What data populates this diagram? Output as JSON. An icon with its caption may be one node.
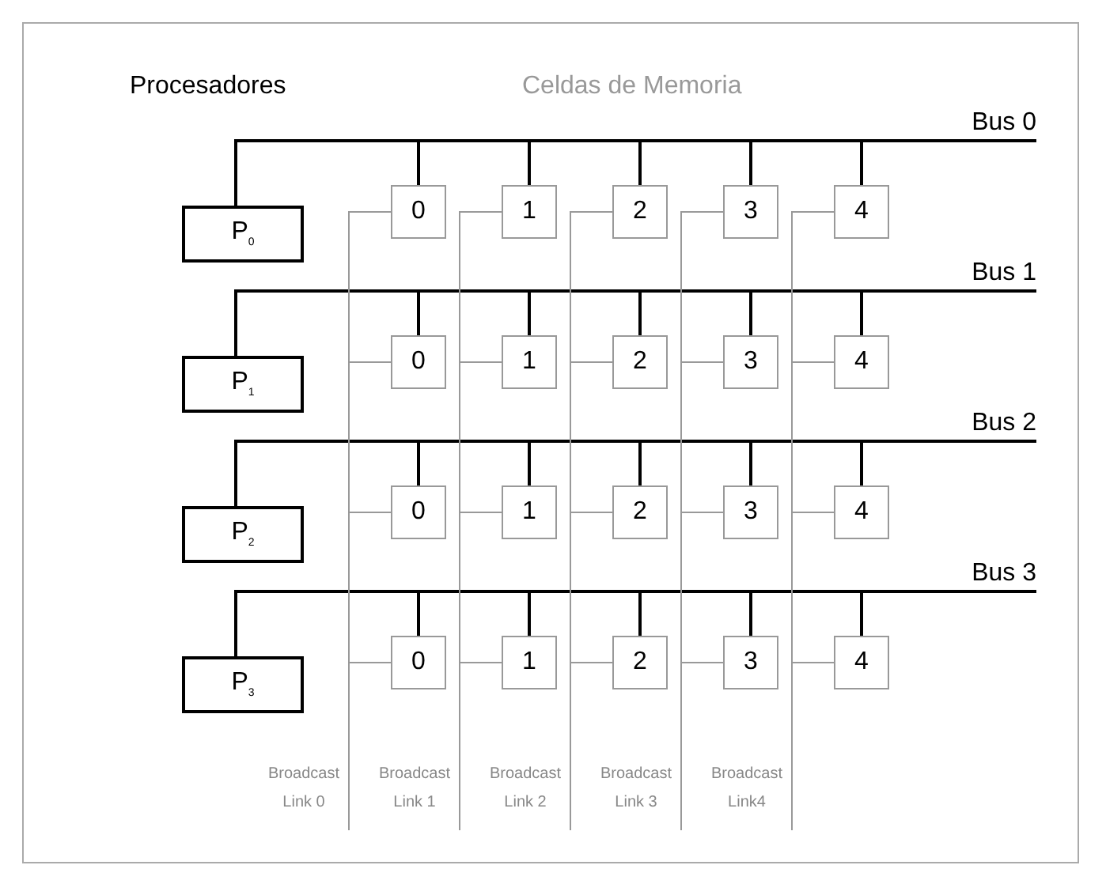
{
  "diagram": {
    "nodes": [
      {
        "text": [
          "Bus 0"
        ]
      },
      {
        "text": [
          "Bus 1"
        ]
      },
      {
        "text": [
          "Bus 2"
        ]
      },
      {
        "text": [
          "Bus 3"
        ]
      },
      {
        "text": [
          "P$_{0}$"
        ]
      },
      {
        "text": [
          "P$_{1}$"
        ]
      },
      {
        "text": [
          "P$_{2}$"
        ]
      },
      {
        "text": [
          "P$_{3}$"
        ]
      },
      {
        "text": [
          "0"
        ]
      },
      {
        "text": [
          "1"
        ]
      },
      {
        "text": [
          "2"
        ]
      },
      {
        "text": [
          "3"
        ]
      },
      {
        "text": [
          "4"
        ]
      },
      {
        "text": [
          "0"
        ]
      },
      {
        "text": [
          "1"
        ]
      },
      {
        "text": [
          "2"
        ]
      },
      {
        "text": [
          "3"
        ]
      },
      {
        "text": [
          "4"
        ]
      },
      {
        "text": [
          "0"
        ]
      },
      {
        "text": [
          "1"
        ]
      },
      {
        "text": [
          "2"
        ]
      },
      {
        "text": [
          "3"
        ]
      },
      {
        "text": [
          "4"
        ]
      },
      {
        "text": [
          "0"
        ]
      },
      {
        "text": [
          "1"
        ]
      },
      {
        "text": [
          "2"
        ]
      },
      {
        "text": [
          "3"
        ]
      },
      {
        "text": [
          "4"
        ]
      },
      {
        "text": [
          "Broadcast Link 0"
        ]
      },
      {
        "text": [
          "Broadcast Link 1"
        ]
      },
      {
        "text": [
          "Broadcast Link 2"
        ]
      },
      {
        "text": [
          "Broadcast Link 3"
        ]
      },
      {
        "text": [
          "Broadcast Link4"
        ]
      }
    ],
    "edges": [
      {
        "from": 4,
        "to": 0,
        "arrow": "none"
      },
      {
        "from": 8,
        "to": 0,
        "arrow": "none"
      },
      {
        "from": 9,
        "to": 0,
        "arrow": "none"
      },
      {
        "from": 10,
        "to": 0,
        "arrow": "none"
      },
      {
        "from": 11,
        "to": 0,
        "arrow": "none"
      },
      {
        "from": 12,
        "to": 0,
        "arrow": "none"
      },
      {
        "from": 5,
        "to": 1,
        "arrow": "none"
      },
      {
        "from": 13,
        "to": 1,
        "arrow": "none"
      },
      {
        "from": 14,
        "to": 1,
        "arrow": "none"
      },
      {
        "from": 15,
        "to": 1,
        "arrow": "none"
      },
      {
        "from": 16,
        "to": 1,
        "arrow": "none"
      },
      {
        "from": 17,
        "to": 1,
        "arrow": "none"
      },
      {
        "from": 6,
        "to": 2,
        "arrow": "none"
      },
      {
        "from": 18,
        "to": 2,
        "arrow": "none"
      },
      {
        "from": 19,
        "to": 2,
        "arrow": "none"
      },
      {
        "from": 20,
        "to": 2,
        "arrow": "none"
      },
      {
        "from": 21,
        "to": 2,
        "arrow": "none"
      },
      {
        "from": 22,
        "to": 2,
        "arrow": "none"
      },
      {
        "from": 7,
        "to": 3,
        "arrow": "none"
      },
      {
        "from": 23,
        "to": 3,
        "arrow": "none"
      },
      {
        "from": 24,
        "to": 3,
        "arrow": "none"
      },
      {
        "from": 25,
        "to": 3,
        "arrow": "none"
      },
      {
        "from": 26,
        "to": 3,
        "arrow": "none"
      },
      {
        "from": 27,
        "to": 3,
        "arrow": "none"
      },
      {
        "from": 8,
        "to": 28,
        "arrow": "none",
        "color": "#999999"
      },
      {
        "from": 13,
        "to": 28,
        "arrow": "none",
        "color": "#999999"
      },
      {
        "from": 18,
        "to": 28,
        "arrow": "none",
        "color": "#999999"
      },
      {
        "from": 23,
        "to": 28,
        "arrow": "none",
        "color": "#999999"
      },
      {
        "from": 9,
        "to": 29,
        "arrow": "none",
        "color": "#999999"
      },
      {
        "from": 14,
        "to": 29,
        "arrow": "none",
        "color": "#999999"
      },
      {
        "from": 19,
        "to": 29,
        "arrow": "none",
        "color": "#999999"
      },
      {
        "from": 24,
        "to": 29,
        "arrow": "none",
        "color": "#999999"
      },
      {
        "from": 10,
        "to": 30,
        "arrow": "none",
        "color": "#999999"
      },
      {
        "from": 15,
        "to": 30,
        "arrow": "none",
        "color": "#999999"
      },
      {
        "from": 20,
        "to": 30,
        "arrow": "none",
        "color": "#999999"
      },
      {
        "from": 25,
        "to": 30,
        "arrow": "none",
        "color": "#999999"
      },
      {
        "from": 11,
        "to": 31,
        "arrow": "none",
        "color": "#999999"
      },
      {
        "from": 16,
        "to": 31,
        "arrow": "none",
        "color": "#999999"
      },
      {
        "from": 21,
        "to": 31,
        "arrow": "none",
        "color": "#999999"
      },
      {
        "from": 26,
        "to": 31,
        "arrow": "none",
        "color": "#999999"
      },
      {
        "from": 12,
        "to": 32,
        "arrow": "none",
        "color": "#999999"
      },
      {
        "from": 17,
        "to": 32,
        "arrow": "none",
        "color": "#999999"
      },
      {
        "from": 22,
        "to": 32,
        "arrow": "none",
        "color": "#999999"
      },
      {
        "from": 27,
        "to": 32,
        "arrow": "none",
        "color": "#999999"
      }
    ],
    "labels": [
      "Procesadores",
      "Celdas de Memoria"
    ]
  }
}
